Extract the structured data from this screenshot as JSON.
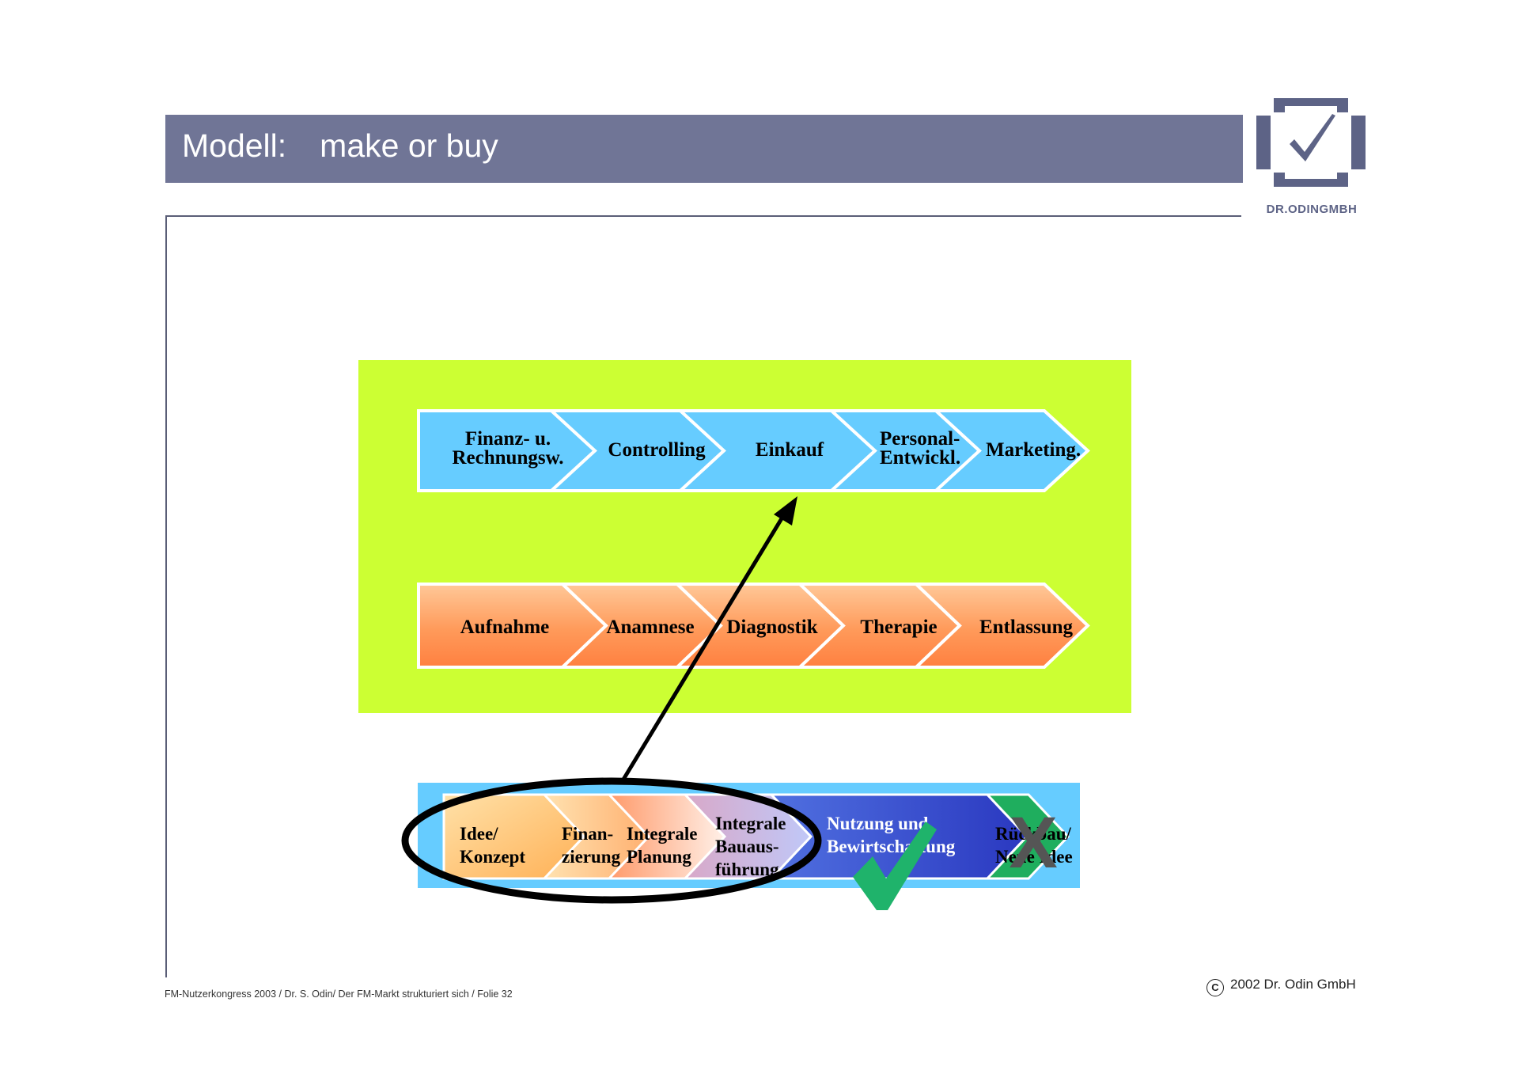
{
  "header": {
    "title_prefix": "Modell:",
    "title_main": "make or buy"
  },
  "logo": {
    "text": "DR.ODINGMBH",
    "check_icon": "check-icon",
    "color": "#5d6386"
  },
  "diagram": {
    "panel_color": "#ccff33",
    "support_processes": {
      "color": "#66ccff",
      "steps": [
        [
          "Finanz- u.",
          "Rechnungsw."
        ],
        [
          "Controlling"
        ],
        [
          "Einkauf"
        ],
        [
          "Personal-",
          "Entwickl."
        ],
        [
          "Marketing."
        ]
      ]
    },
    "core_processes": {
      "color": "#ff9955",
      "steps": [
        [
          "Aufnahme"
        ],
        [
          "Anamnese"
        ],
        [
          "Diagnostik"
        ],
        [
          "Therapie"
        ],
        [
          "Entlassung"
        ]
      ]
    },
    "lifecycle": {
      "background": "#66ccff",
      "steps": [
        [
          "Idee/",
          "Konzept"
        ],
        [
          "Finan-",
          "zierung"
        ],
        [
          "Integrale",
          "Planung"
        ],
        [
          "Integrale",
          "Bauaus-",
          "führung"
        ],
        [
          "Nutzung und",
          "Bewirtschaftung"
        ],
        [
          "Rückbau/",
          "Neue Idee"
        ]
      ]
    },
    "marks": {
      "check_mark": "check-icon",
      "check_color": "#1fb36b",
      "cross_mark": "X",
      "cross_color": "#555555"
    }
  },
  "footer": {
    "left": "FM-Nutzerkongress 2003 / Dr. S. Odin/ Der FM-Markt strukturiert sich / Folie 32",
    "copyright_symbol": "C",
    "right": "2002 Dr. Odin GmbH"
  }
}
